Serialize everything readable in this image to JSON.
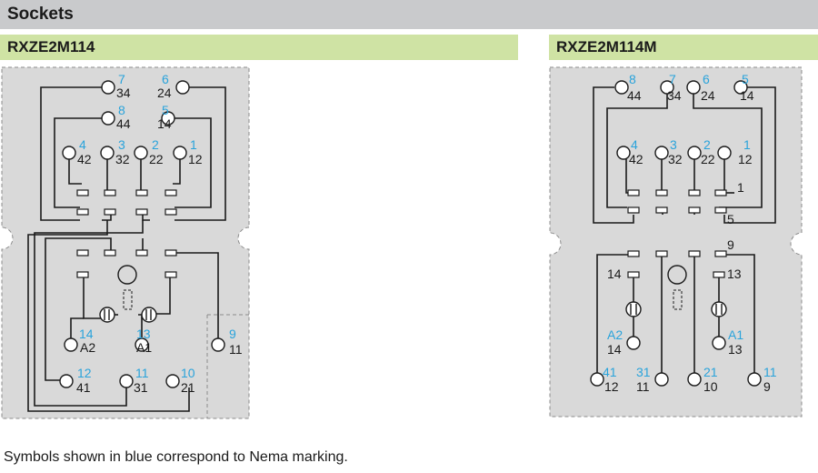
{
  "header": {
    "title": "Sockets"
  },
  "models": {
    "left": "RXZE2M114",
    "right": "RXZE2M114M"
  },
  "left_terminals": {
    "t34": "34",
    "n7": "7",
    "t24": "24",
    "n6": "6",
    "t44": "44",
    "n8": "8",
    "t14": "14",
    "n5": "5",
    "t42": "42",
    "n4": "4",
    "t32": "32",
    "n3": "3",
    "t22": "22",
    "n2": "2",
    "t12": "12",
    "n1": "1",
    "tA2": "A2",
    "n14": "14",
    "tA1": "A1",
    "n13": "13",
    "t11a": "11",
    "n9": "9",
    "t41": "41",
    "n12": "12",
    "t31": "31",
    "n11": "11",
    "t21": "21",
    "n10": "10"
  },
  "right_terminals": {
    "t44": "44",
    "n8": "8",
    "t34": "34",
    "n7": "7",
    "t24": "24",
    "n6": "6",
    "t14": "14",
    "n5": "5",
    "t42": "42",
    "n4": "4",
    "t32": "32",
    "n3": "3",
    "t22": "22",
    "n2": "2",
    "t12": "12",
    "n1": "1",
    "lbl1": "1",
    "lbl5": "5",
    "lbl9": "9",
    "lbl14": "14",
    "lbl13": "13",
    "nA2": "A2",
    "t14b": "14",
    "nA1": "A1",
    "t13b": "13",
    "n41": "41",
    "t12b": "12",
    "n31": "31",
    "t11": "11",
    "n21": "21",
    "t10": "10",
    "n11": "11",
    "t9": "9"
  },
  "footnote": "Symbols shown in blue correspond to Nema marking.",
  "colors": {
    "nema_blue": "#29a3db",
    "panel_gray": "#d9d9d9",
    "title_gray": "#c9cacc",
    "model_green": "#cfe3a4"
  }
}
